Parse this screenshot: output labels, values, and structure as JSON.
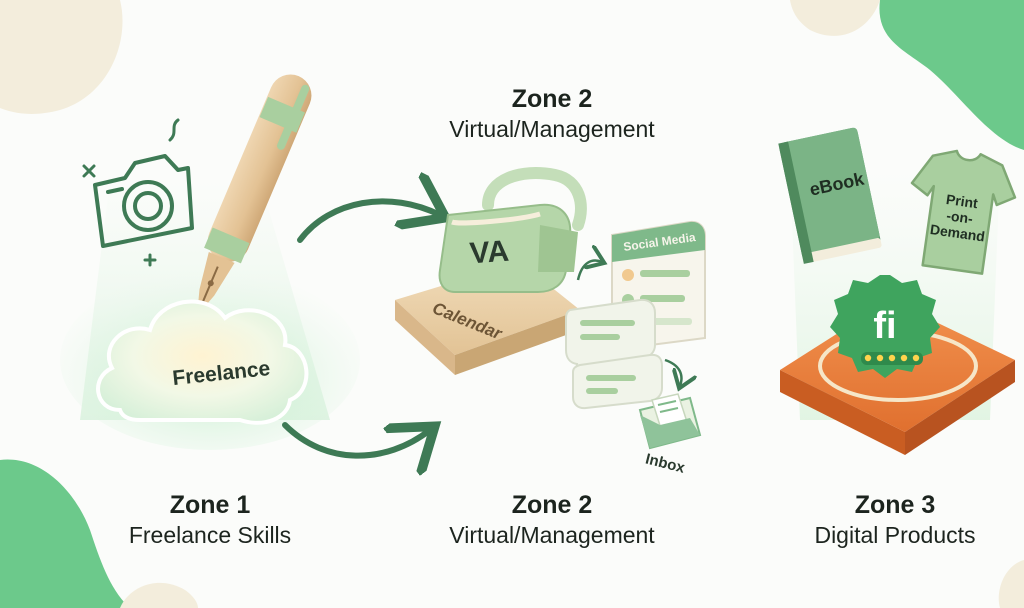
{
  "top_heading": {
    "zone": "Zone 2",
    "title": "Virtual/Management"
  },
  "zones": [
    {
      "zone": "Zone 1",
      "title": "Freelance Skills"
    },
    {
      "zone": "Zone 2",
      "title": "Virtual/Management"
    },
    {
      "zone": "Zone 3",
      "title": "Digital Products"
    }
  ],
  "illustrations": {
    "cloud_label": "Freelance",
    "headset_label": "VA",
    "calendar_label": "Calendar",
    "social_label": "Social Media",
    "inbox_label": "Inbox",
    "ebook_label": "eBook",
    "shirt_label": [
      "Print",
      "-on-",
      "Demand"
    ],
    "badge_logo": "fi"
  },
  "colors": {
    "accent_green": "#6cc98b",
    "sage": "#a9cf9f",
    "dark_green": "#3e7a55",
    "orange": "#e8793a",
    "wood": "#e9cfa8"
  }
}
